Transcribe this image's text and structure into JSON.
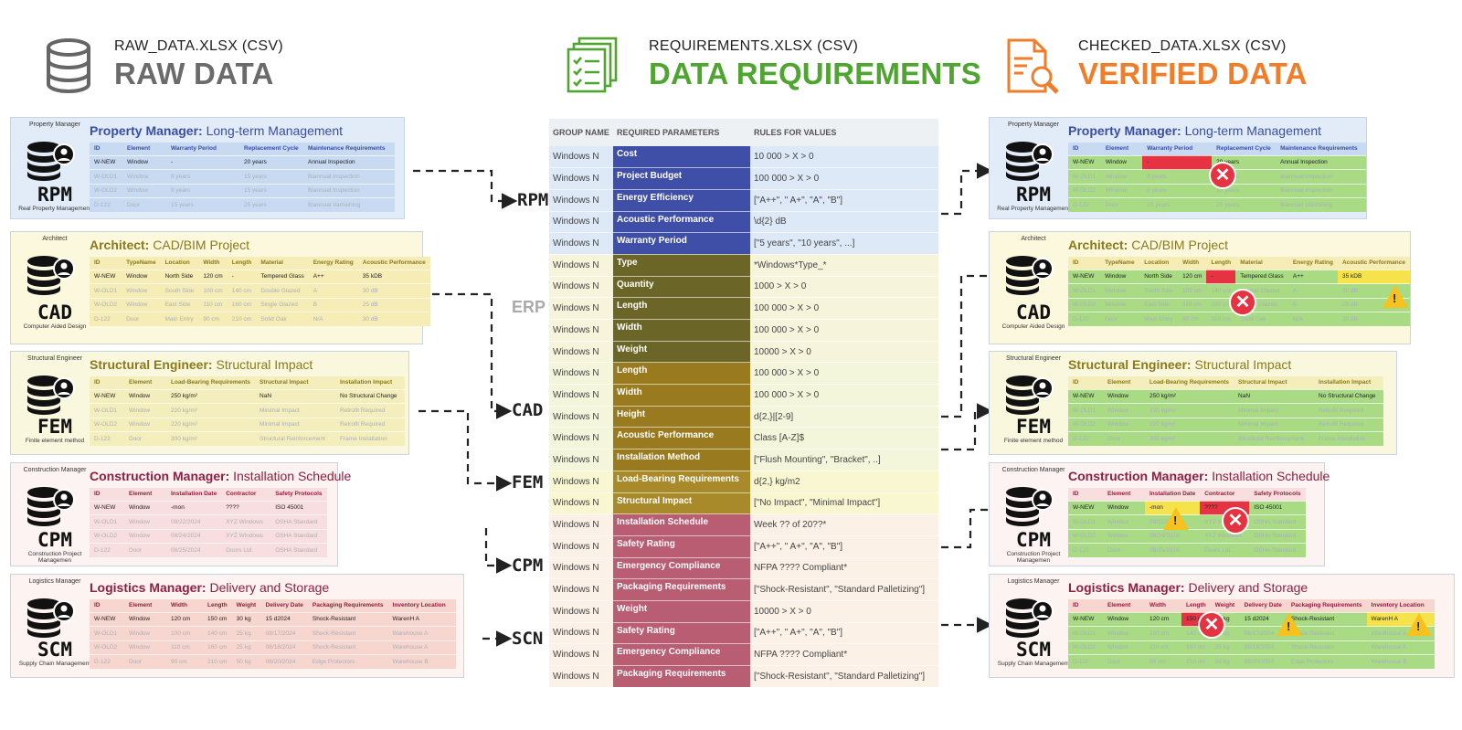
{
  "headers": {
    "raw": {
      "file": "RAW_DATA.XLSX (CSV)",
      "title": "RAW DATA",
      "color": "#6b6b6b"
    },
    "req": {
      "file": "REQUIREMENTS.XLSX (CSV)",
      "title": "DATA REQUIREMENTS",
      "color": "#4ea52f"
    },
    "ver": {
      "file": "CHECKED_DATA.XLSX (CSV)",
      "title": "VERIFIED DATA",
      "color": "#ef7d2a"
    }
  },
  "labels": {
    "rpm": "RPM",
    "erp": "ERP",
    "cad": "CAD",
    "fem": "FEM",
    "cpm": "CPM",
    "scn": "SCN"
  },
  "panels": {
    "rpm": {
      "role": "Property Manager",
      "abbr": "RPM",
      "full": "Real Property Management",
      "title_strong": "Property Manager:",
      "title_rest": " Long-term Management",
      "headers": [
        "ID",
        "Element",
        "Warranty Period",
        "Replacement Cycle",
        "Maintenance Requirements"
      ],
      "rows": [
        [
          "W-NEW",
          "Window",
          "-",
          "20 years",
          "Annual Inspection"
        ],
        [
          "W-OLD1",
          "Window",
          "8 years",
          "15 years",
          "Biannual Inspection"
        ],
        [
          "W-OLD2",
          "Window",
          "8 years",
          "15 years",
          "Biannual Inspection"
        ],
        [
          "D-122",
          "Door",
          "15 years",
          "25 years",
          "Biannual Varnishing"
        ]
      ]
    },
    "cad": {
      "role": "Architect",
      "abbr": "CAD",
      "full": "Computer Aided Design",
      "title_strong": "Architect:",
      "title_rest": " CAD/BIM Project",
      "headers": [
        "ID",
        "TypeName",
        "Location",
        "Width",
        "Length",
        "Material",
        "Energy Rating",
        "Acoustic Performance"
      ],
      "rows": [
        [
          "W-NEW",
          "Window",
          "North Side",
          "120 cm",
          "-",
          "Tempered Glass",
          "A++",
          "35 kDB"
        ],
        [
          "W-OLD1",
          "Window",
          "South Side",
          "100 cm",
          "140 cm",
          "Double Glazed",
          "A",
          "30 dB"
        ],
        [
          "W-OLD2",
          "Window",
          "East Side",
          "110 cm",
          "160 cm",
          "Single Glazed",
          "B",
          "25 dB"
        ],
        [
          "D-122",
          "Door",
          "Main Entry",
          "90 cm",
          "210 cm",
          "Solid Oak",
          "N/A",
          "30 dB"
        ]
      ]
    },
    "fem": {
      "role": "Structural Engineer",
      "abbr": "FEM",
      "full": "Finite element method",
      "title_strong": "Structural Engineer:",
      "title_rest": " Structural Impact",
      "headers": [
        "ID",
        "Element",
        "Load-Bearing Requirements",
        "Structural Impact",
        "Installation Impact"
      ],
      "rows": [
        [
          "W-NEW",
          "Window",
          "250 kg/m²",
          "NaN",
          "No Structural Change"
        ],
        [
          "W-OLD1",
          "Window",
          "220 kg/m²",
          "Minimal Impact",
          "Retrofit Required"
        ],
        [
          "W-OLD2",
          "Window",
          "220 kg/m²",
          "Minimal Impact",
          "Retrofit Required"
        ],
        [
          "D-122",
          "Door",
          "300 kg/m²",
          "Structural Reinforcement",
          "Frame Installation"
        ]
      ]
    },
    "cpm": {
      "role": "Construction Manager",
      "abbr": "CPM",
      "full": "Construction Project Managemen",
      "title_strong": "Construction Manager:",
      "title_rest": " Installation Schedule",
      "headers": [
        "ID",
        "Element",
        "Installation Date",
        "Contractor",
        "Safety Protocols"
      ],
      "rows": [
        [
          "W-NEW",
          "Window",
          "-mon",
          "????",
          "ISO 45001"
        ],
        [
          "W-OLD1",
          "Window",
          "08/22/2024",
          "XYZ Windows",
          "OSHA Standard"
        ],
        [
          "W-OLD2",
          "Window",
          "08/24/2024",
          "XYZ Windows",
          "OSHA Standard"
        ],
        [
          "D-122",
          "Door",
          "08/25/2024",
          "Doors Ltd.",
          "OSHA Standard"
        ]
      ]
    },
    "scm": {
      "role": "Logistics Manager",
      "abbr": "SCM",
      "full": "Supply Chain Management",
      "title_strong": "Logistics Manager:",
      "title_rest": " Delivery and Storage",
      "headers": [
        "ID",
        "Element",
        "Width",
        "Length",
        "Weight",
        "Delivery Date",
        "Packaging Requirements",
        "Inventory Location"
      ],
      "rows": [
        [
          "W-NEW",
          "Window",
          "120 cm",
          "150 cm",
          "30 kg",
          "15 d2024",
          "Shock-Resistant",
          "WarenH A"
        ],
        [
          "W-OLD1",
          "Window",
          "100 cm",
          "140 cm",
          "25 kg",
          "08/17/2024",
          "Shock-Resistant",
          "Warehouse A"
        ],
        [
          "W-OLD2",
          "Window",
          "110 cm",
          "160 cm",
          "25 kg",
          "08/18/2024",
          "Shock-Resistant",
          "Warehouse A"
        ],
        [
          "D-122",
          "Door",
          "90 cm",
          "210 cm",
          "50 kg",
          "08/20/2024",
          "Edge Protectors",
          "Warehouse B"
        ]
      ]
    }
  },
  "requirements": {
    "headers": [
      "GROUP NAME",
      "REQUIRED PARAMETERS",
      "RULES FOR VALUES"
    ],
    "rows": [
      {
        "group": "Windows N",
        "param": "Cost",
        "rule": "10 000 > X > 0",
        "pc": "#3f4fa8",
        "bg": "#dde9f7"
      },
      {
        "group": "Windows N",
        "param": "Project Budget",
        "rule": "100 000 > X > 0",
        "pc": "#3f4fa8",
        "bg": "#dde9f7"
      },
      {
        "group": "Windows N",
        "param": "Energy Efficiency",
        "rule": "[\"A++\", \" A+\", \"A\", \"B\"]",
        "pc": "#3f4fa8",
        "bg": "#dde9f7"
      },
      {
        "group": "Windows N",
        "param": "Acoustic Performance",
        "rule": "\\d{2} dB",
        "pc": "#3f4fa8",
        "bg": "#dde9f7"
      },
      {
        "group": "Windows N",
        "param": "Warranty Period",
        "rule": "[\"5 years\", \"10 years\", ...]",
        "pc": "#3f4fa8",
        "bg": "#dde9f7"
      },
      {
        "group": "Windows N",
        "param": "Type",
        "rule": "*Windows*Type_*",
        "pc": "#6b6627",
        "bg": "#f6f5dc"
      },
      {
        "group": "Windows N",
        "param": "Quantity",
        "rule": "1000 > X > 0",
        "pc": "#6b6627",
        "bg": "#f6f5dc"
      },
      {
        "group": "Windows N",
        "param": "Length",
        "rule": "100 000 > X > 0",
        "pc": "#6b6627",
        "bg": "#f6f5dc"
      },
      {
        "group": "Windows N",
        "param": "Width",
        "rule": "100 000 > X > 0",
        "pc": "#6b6627",
        "bg": "#f6f5dc"
      },
      {
        "group": "Windows N",
        "param": "Weight",
        "rule": "10000 > X > 0",
        "pc": "#6b6627",
        "bg": "#f6f5dc"
      },
      {
        "group": "Windows N",
        "param": "Length",
        "rule": "100 000 > X > 0",
        "pc": "#9a7a1f",
        "bg": "#f4f6dc"
      },
      {
        "group": "Windows N",
        "param": "Width",
        "rule": "100 000 > X > 0",
        "pc": "#9a7a1f",
        "bg": "#f4f6dc"
      },
      {
        "group": "Windows N",
        "param": "Height",
        "rule": "d{2,}|[2-9]",
        "pc": "#9a7a1f",
        "bg": "#f4f6dc"
      },
      {
        "group": "Windows N",
        "param": "Acoustic Performance",
        "rule": "Class [A-Z]$",
        "pc": "#9a7a1f",
        "bg": "#f4f6dc"
      },
      {
        "group": "Windows N",
        "param": "Installation Method",
        "rule": "[\"Flush Mounting\", \"Bracket\", ..]",
        "pc": "#9a7a1f",
        "bg": "#f4f6dc"
      },
      {
        "group": "Windows N",
        "param": "Load-Bearing Requirements",
        "rule": "d{2,} kg/m2",
        "pc": "#a98a2a",
        "bg": "#f8f7d2"
      },
      {
        "group": "Windows N",
        "param": "Structural Impact",
        "rule": "[\"No Impact\", \"Minimal Impact\"]",
        "pc": "#a98a2a",
        "bg": "#f8f7d2"
      },
      {
        "group": "Windows N",
        "param": "Installation Schedule",
        "rule": "Week ?? of 20??*",
        "pc": "#b95d73",
        "bg": "#fbf1e6"
      },
      {
        "group": "Windows N",
        "param": "Safety Rating",
        "rule": "[\"A++\", \" A+\", \"A\", \"B\"]",
        "pc": "#b95d73",
        "bg": "#fbf1e6"
      },
      {
        "group": "Windows N",
        "param": "Emergency Compliance",
        "rule": "NFPA ???? Compliant*",
        "pc": "#b95d73",
        "bg": "#fbf1e6"
      },
      {
        "group": "Windows N",
        "param": "Packaging Requirements",
        "rule": "[\"Shock-Resistant\", \"Standard Palletizing\"]",
        "pc": "#b95d73",
        "bg": "#fbf1e6"
      },
      {
        "group": "Windows N",
        "param": "Weight",
        "rule": "10000 > X > 0",
        "pc": "#b95d73",
        "bg": "#fbf1e6"
      },
      {
        "group": "Windows N",
        "param": "Safety Rating",
        "rule": "[\"A++\", \" A+\", \"A\", \"B\"]",
        "pc": "#b95d73",
        "bg": "#fbf1e6"
      },
      {
        "group": "Windows N",
        "param": "Emergency Compliance",
        "rule": "NFPA ???? Compliant*",
        "pc": "#b95d73",
        "bg": "#fbf1e6"
      },
      {
        "group": "Windows N",
        "param": "Packaging Requirements",
        "rule": "[\"Shock-Resistant\", \"Standard Palletizing\"]",
        "pc": "#b95d73",
        "bg": "#fbf1e6"
      }
    ]
  },
  "colors": {
    "rpm_bg": "#e1ecf8",
    "rpm_tbl": "#c7daf2",
    "rpm_title": "#3a4ea3",
    "cad_bg": "#fbf8dd",
    "cad_tbl": "#f5ecb6",
    "cad_title": "#8a7a1a",
    "fem_bg": "#f9f8df",
    "fem_tbl": "#f3eebb",
    "fem_title": "#8a7a1a",
    "cpm_bg": "#fdf3f3",
    "cpm_tbl": "#f8dede",
    "cpm_title": "#8e1f42",
    "scm_bg": "#fdf4f2",
    "scm_tbl": "#f6d6cf",
    "scm_title": "#8e1f42",
    "ok": "#a8db83",
    "bad": "#e63342",
    "warn": "#f6e34b"
  }
}
